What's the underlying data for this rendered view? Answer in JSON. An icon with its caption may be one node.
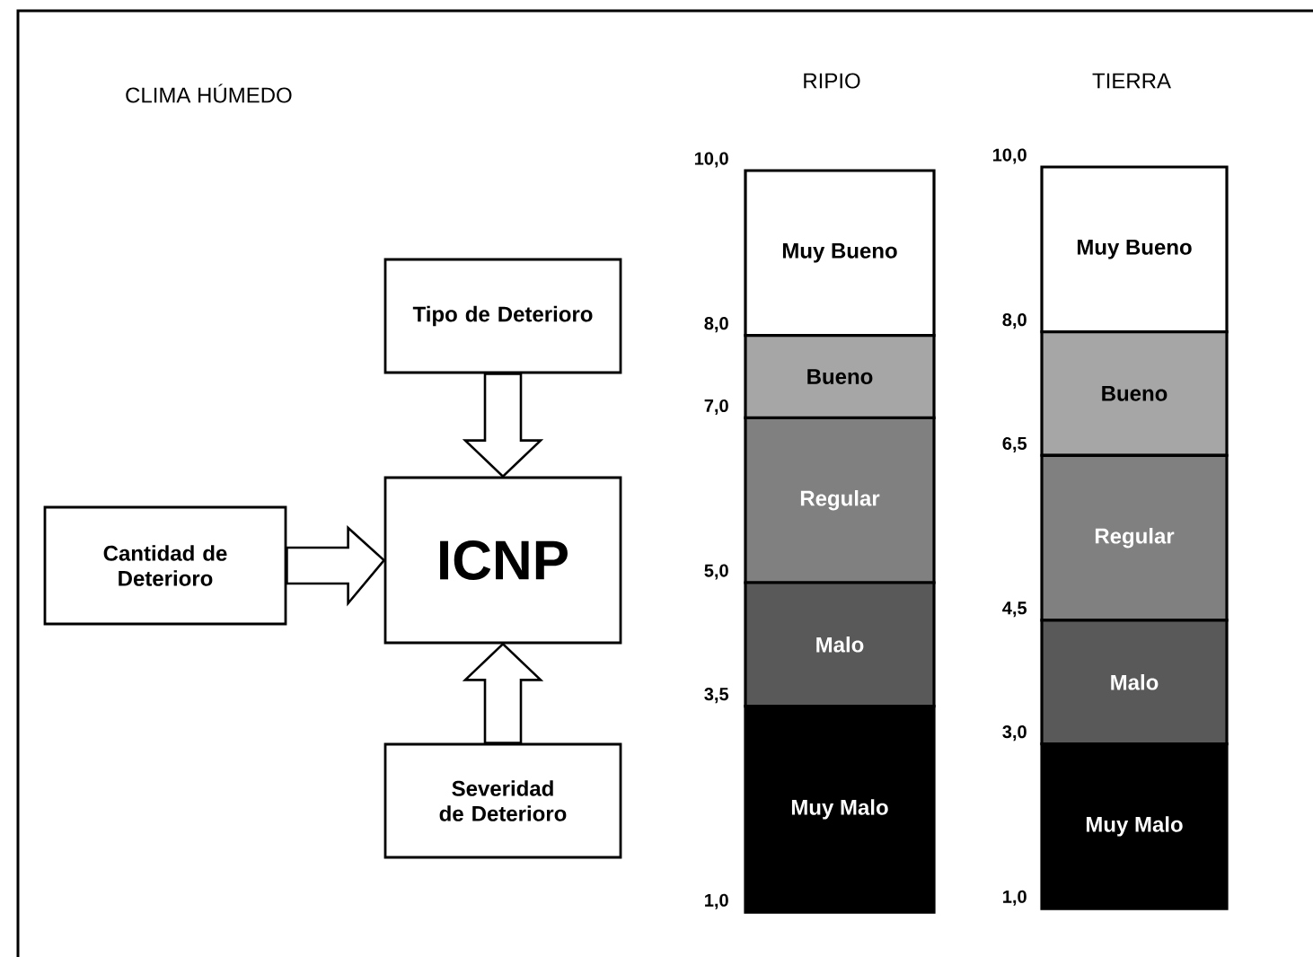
{
  "diagram": {
    "title": "CLIMA HÚMEDO",
    "nodes": [
      {
        "text": [
          "Tipo de Deterioro"
        ]
      },
      {
        "text": [
          "Cantidad de Deterioro"
        ]
      },
      {
        "text": [
          "ICNP"
        ]
      },
      {
        "text": [
          "Severidad de Deterioro"
        ]
      },
      {
        "text": [
          "Muy Bueno"
        ]
      },
      {
        "text": [
          "Bueno"
        ]
      },
      {
        "text": [
          "Regular"
        ]
      },
      {
        "text": [
          "Malo"
        ]
      },
      {
        "text": [
          "Muy Malo"
        ]
      },
      {
        "text": [
          "Muy Bueno"
        ]
      },
      {
        "text": [
          "Bueno"
        ]
      },
      {
        "text": [
          "Regular"
        ]
      },
      {
        "text": [
          "Malo"
        ]
      },
      {
        "text": [
          "Muy Malo"
        ]
      }
    ],
    "edges": [
      {
        "from": 0,
        "to": 2,
        "arrow": "to"
      },
      {
        "from": 1,
        "to": 2,
        "arrow": "to"
      },
      {
        "from": 3,
        "to": 2,
        "arrow": "to"
      }
    ],
    "labels": [
      "RIPIO",
      "TIERRA",
      "10,0",
      "8,0",
      "7,0",
      "5,0",
      "3,5",
      "1,0",
      "10,0",
      "8,0",
      "6,5",
      "4,5",
      "3,0",
      "1,0"
    ]
  }
}
